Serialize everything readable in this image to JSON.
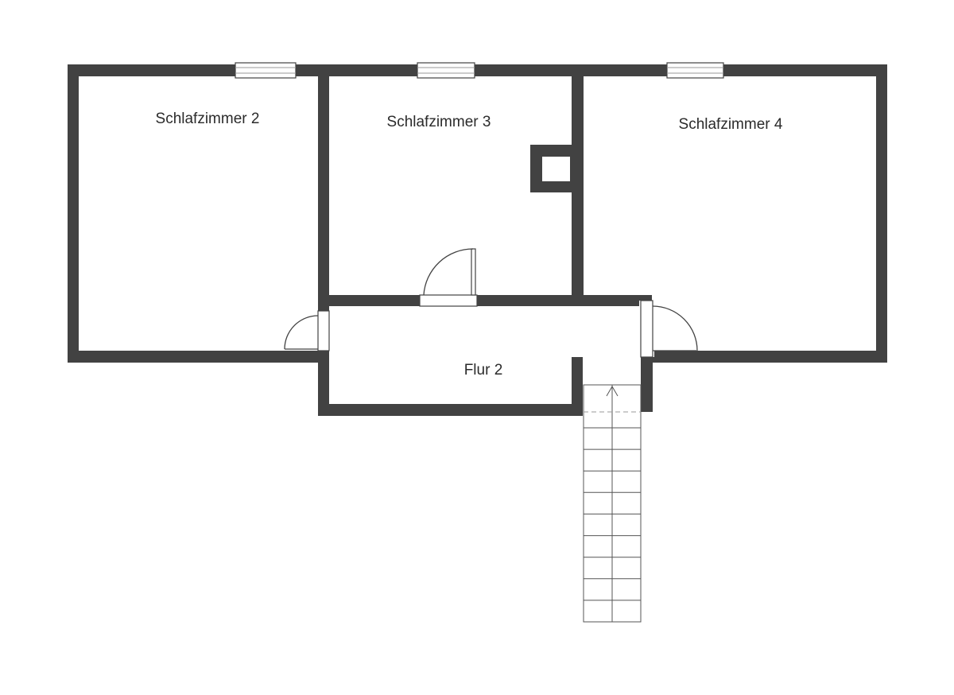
{
  "colors": {
    "wall": "#424242",
    "background": "#ffffff",
    "text": "#2b2b2b"
  },
  "rooms": [
    {
      "id": "schlafzimmer-2",
      "label": "Schlafzimmer 2"
    },
    {
      "id": "schlafzimmer-3",
      "label": "Schlafzimmer 3"
    },
    {
      "id": "schlafzimmer-4",
      "label": "Schlafzimmer 4"
    },
    {
      "id": "flur-2",
      "label": "Flur 2"
    }
  ],
  "stairs": {
    "steps": 10,
    "direction": "up",
    "icon": "arrow-up-icon"
  }
}
